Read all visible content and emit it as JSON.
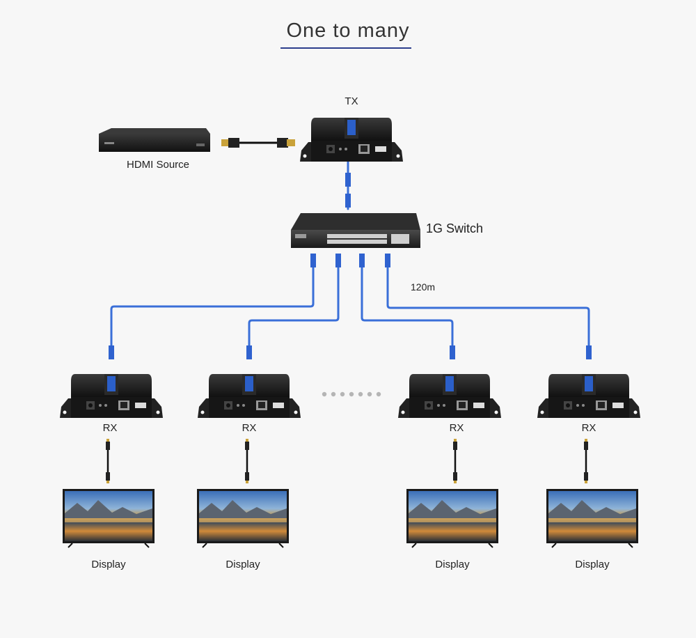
{
  "title": "One to many",
  "labels": {
    "tx": "TX",
    "source": "HDMI Source",
    "switch": "1G Switch",
    "distance": "120m",
    "rx": "RX",
    "display": "Display"
  },
  "receivers": [
    {
      "rx": "RX",
      "display": "Display"
    },
    {
      "rx": "RX",
      "display": "Display"
    },
    {
      "rx": "RX",
      "display": "Display"
    },
    {
      "rx": "RX",
      "display": "Display"
    }
  ],
  "colors": {
    "cable_blue": "#3a6fd8",
    "device_dark": "#1e1e1e",
    "accent_blue": "#2c3e8c"
  }
}
